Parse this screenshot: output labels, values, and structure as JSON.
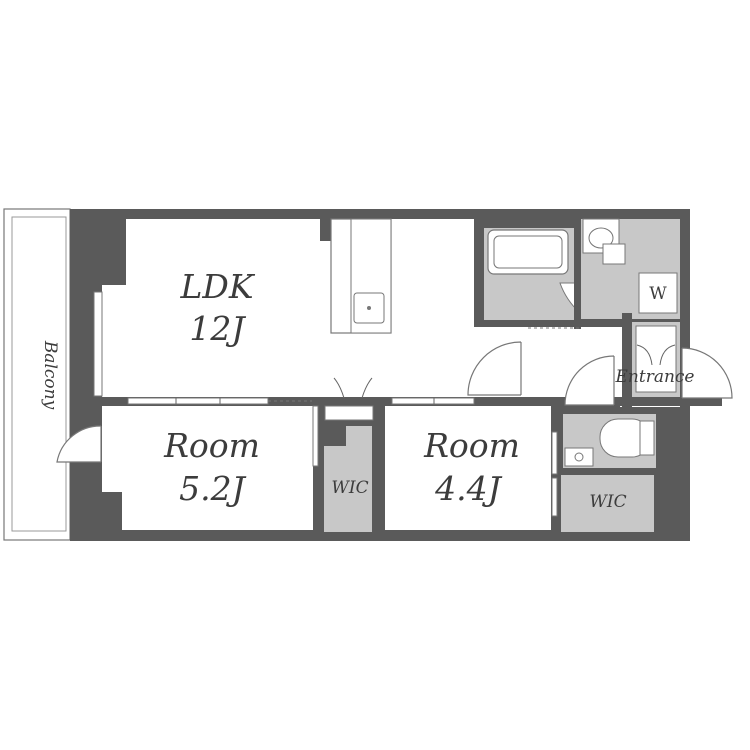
{
  "rooms": {
    "ldk_name": "LDK",
    "ldk_size": "12J",
    "room1_name": "Room",
    "room1_size": "5.2J",
    "room2_name": "Room",
    "room2_size": "4.4J",
    "wic1": "WIC",
    "wic2": "WIC",
    "entrance": "Entrance",
    "balcony": "Balcony",
    "washer": "W"
  },
  "colors": {
    "wall": "#5a5a5a",
    "wet_area": "#c8c8c8",
    "floor": "#ffffff",
    "line": "#666666"
  }
}
